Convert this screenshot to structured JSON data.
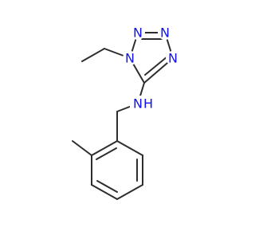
{
  "molecule": {
    "colors": {
      "bond": "#2d2d2d",
      "nitrogen": "#1010f0",
      "carbon": "#2d2d2d",
      "background": "#ffffff"
    },
    "atoms": {
      "n1": "N",
      "n2": "N",
      "n3": "N",
      "n4": "N",
      "nh_n": "N",
      "nh_h": "H"
    }
  }
}
